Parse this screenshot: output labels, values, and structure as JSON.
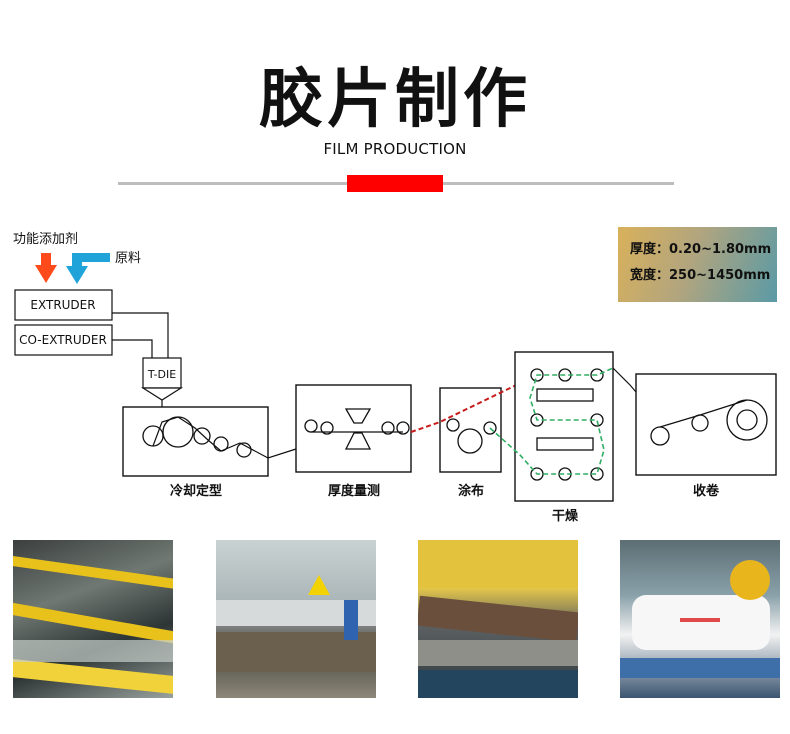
{
  "header": {
    "title": "胶片制作",
    "subtitle": "FILM PRODUCTION"
  },
  "specs": {
    "thickness": "厚度：0.20~1.80mm",
    "width": "宽度：250~1450mm"
  },
  "inputs": {
    "additive": "功能添加剂",
    "raw": "原料"
  },
  "machines": {
    "extruder": "EXTRUDER",
    "co_extruder": "CO-EXTRUDER",
    "t_die": "T-DIE"
  },
  "stages": {
    "cooling": "冷却定型",
    "thickness_measure": "厚度量测",
    "coating": "涂布",
    "drying": "干燥",
    "winding": "收卷"
  },
  "colors": {
    "accent": "#ff0000",
    "additive_arrow": "#ff4a1c",
    "raw_arrow": "#1fa3d8",
    "coating_path": "#c81d1d",
    "drying_path": "#2fae63",
    "rule": "#bdbdbd"
  },
  "photos": [
    {
      "icon": "film-rollers-photo-icon"
    },
    {
      "icon": "calender-machine-photo-icon"
    },
    {
      "icon": "coating-roller-photo-icon"
    },
    {
      "icon": "film-roll-photo-icon"
    }
  ]
}
